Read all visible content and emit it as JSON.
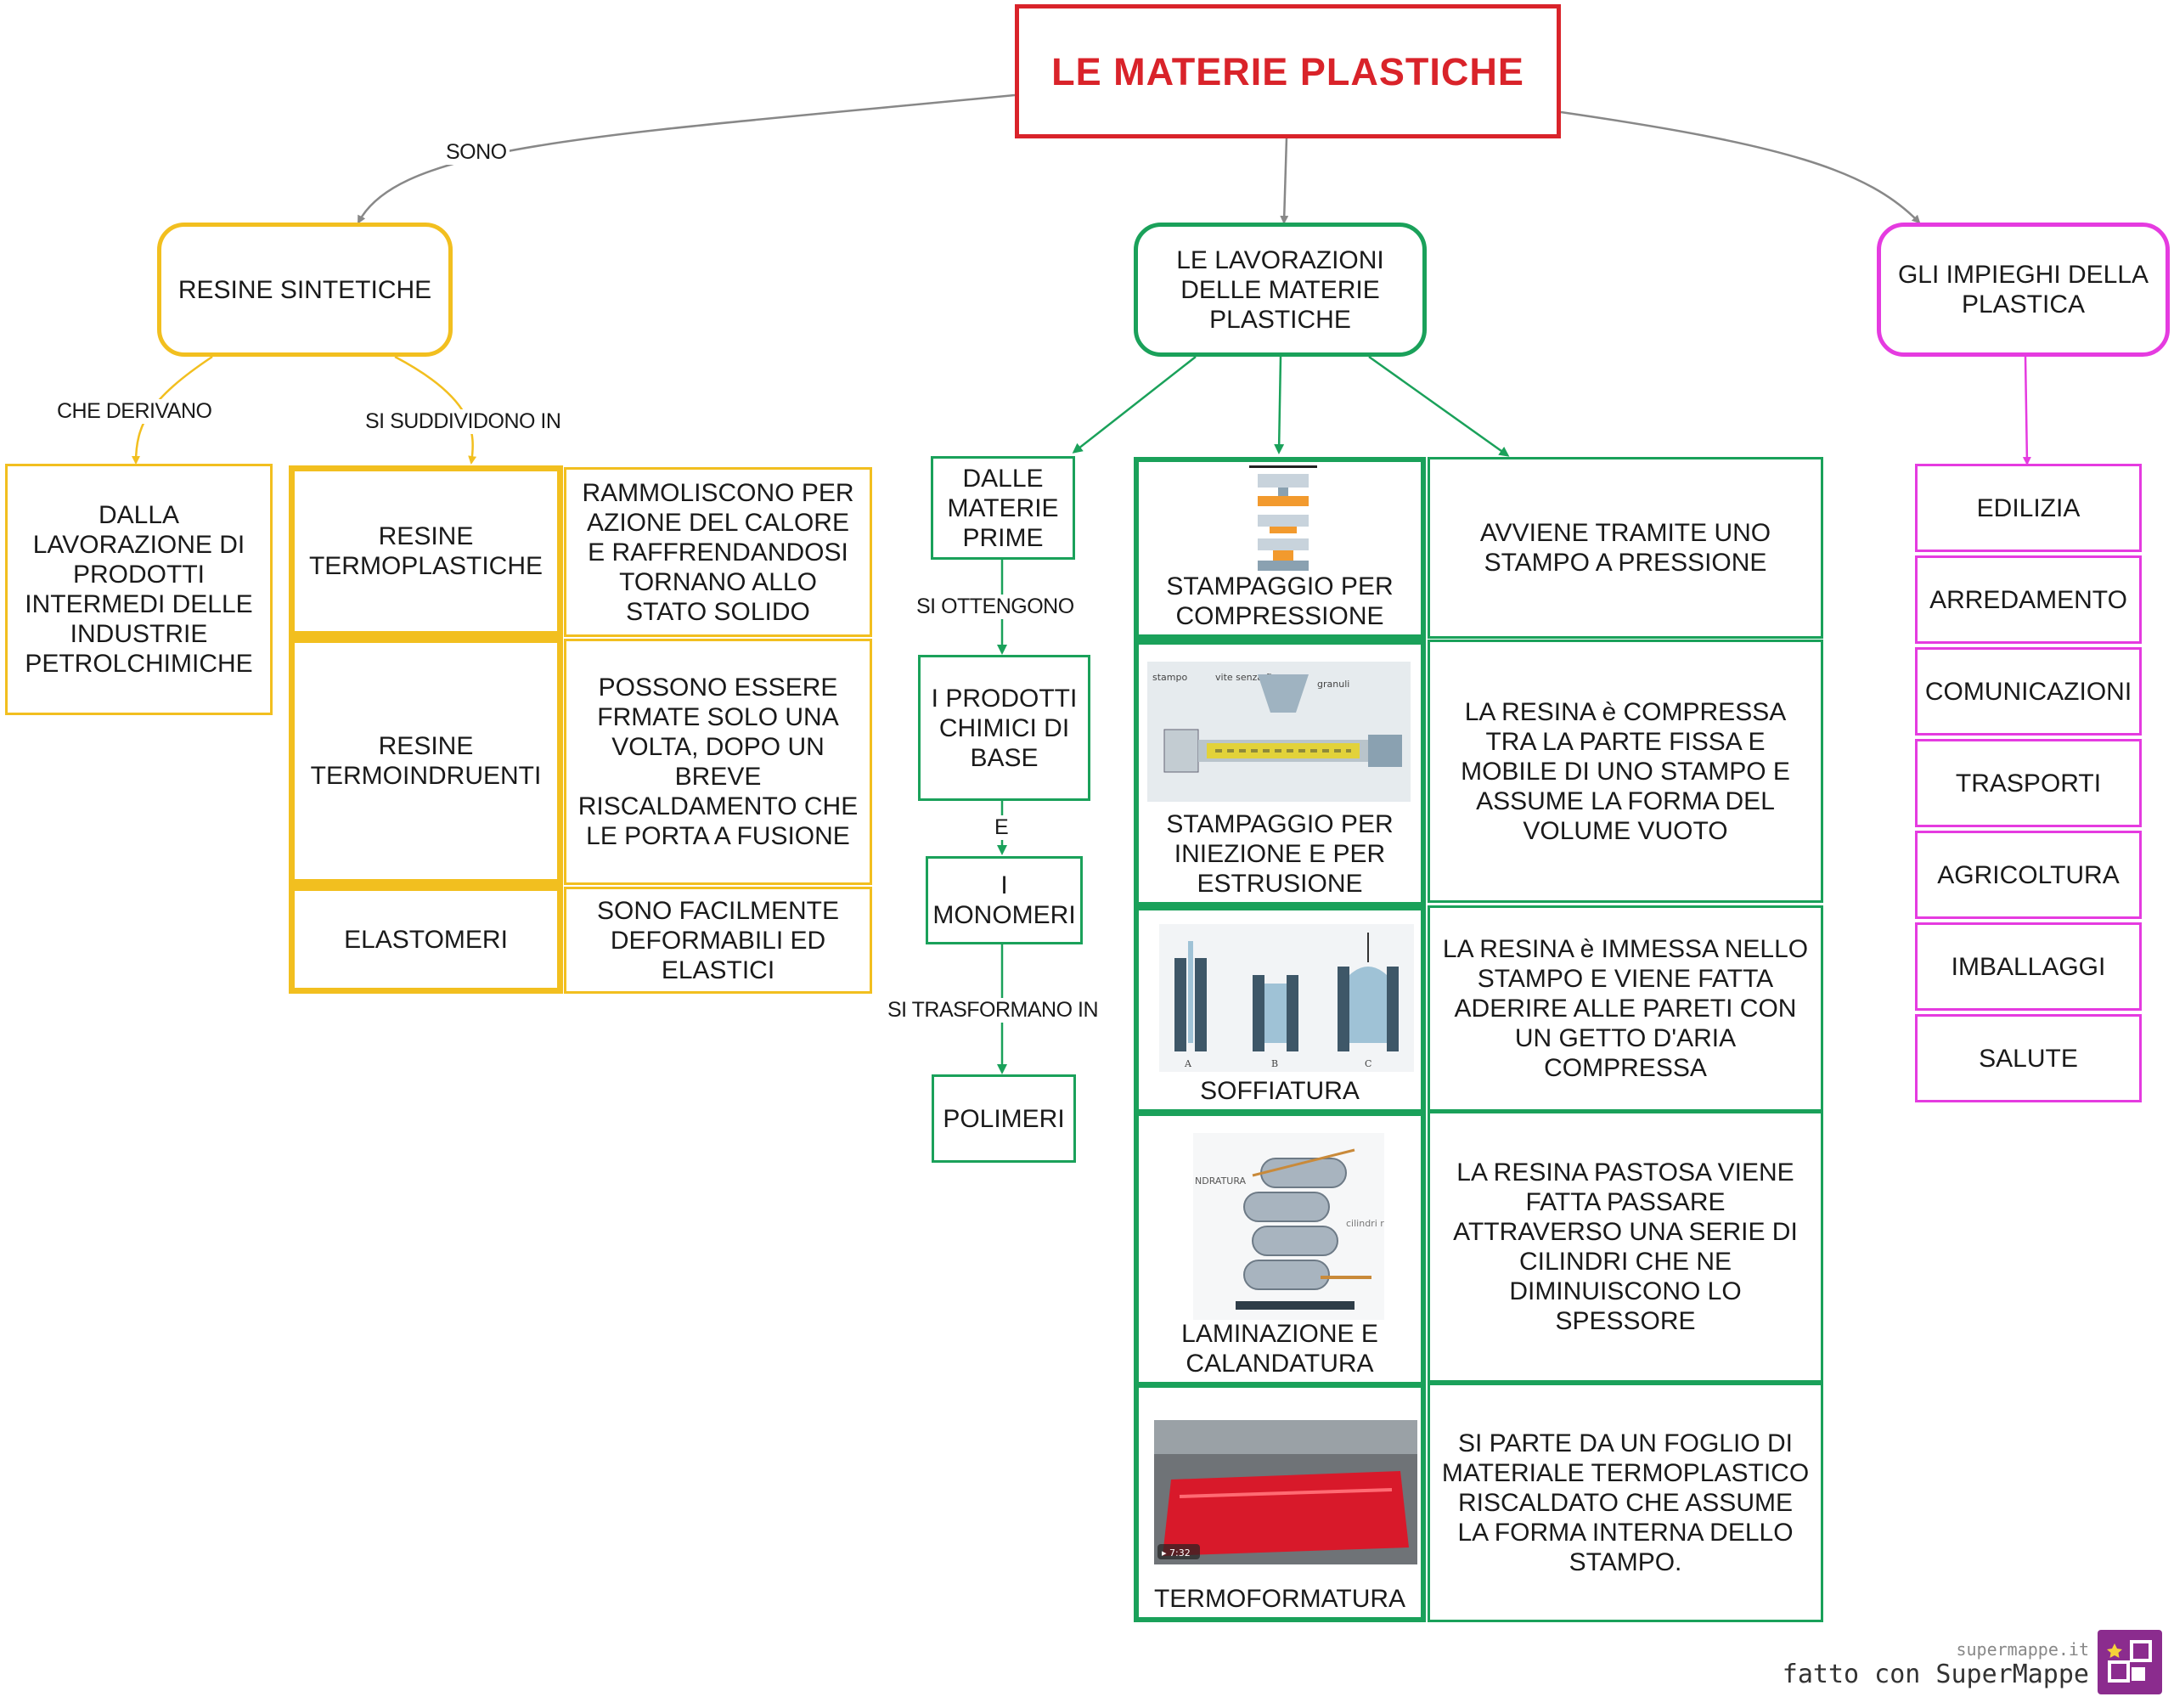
{
  "title": "LE MATERIE PLASTICHE",
  "links": {
    "sono": "SONO",
    "che_derivano": "CHE DERIVANO",
    "si_suddividono_in": "SI SUDDIVIDONO IN",
    "si_ottengono": "SI OTTENGONO",
    "e": "E",
    "si_trasformano_in": "SI TRASFORMANO IN"
  },
  "resine": {
    "label": "RESINE SINTETICHE",
    "origin": "DALLA LAVORAZIONE DI PRODOTTI INTERMEDI DELLE INDUSTRIE PETROLCHIMICHE",
    "types": [
      {
        "name": "RESINE TERMOPLASTICHE",
        "desc": "RAMMOLISCONO PER AZIONE DEL CALORE E RAFFRENDANDOSI TORNANO ALLO STATO SOLIDO"
      },
      {
        "name": "RESINE TERMOINDRUENTI",
        "desc": "POSSONO ESSERE FRMATE SOLO UNA VOLTA, DOPO UN BREVE RISCALDAMENTO CHE LE PORTA A FUSIONE"
      },
      {
        "name": "ELASTOMERI",
        "desc": "SONO FACILMENTE DEFORMABILI ED ELASTICI"
      }
    ]
  },
  "lavorazioni": {
    "label": "LE LAVORAZIONI DELLE MATERIE PLASTICHE",
    "chain": {
      "materie_prime": "DALLE MATERIE PRIME",
      "prodotti_chimici": "I PRODOTTI CHIMICI DI BASE",
      "monomeri": "I MONOMERI",
      "polimeri": "POLIMERI"
    },
    "processes": [
      {
        "name": "STAMPAGGIO  PER COMPRESSIONE",
        "desc": "AVVIENE TRAMITE UNO STAMPO A PRESSIONE"
      },
      {
        "name": "STAMPAGGIO PER INIEZIONE E PER ESTRUSIONE",
        "desc": "LA RESINA è COMPRESSA TRA LA PARTE FISSA E MOBILE DI UNO STAMPO E ASSUME LA FORMA DEL VOLUME VUOTO"
      },
      {
        "name": "SOFFIATURA",
        "desc": "LA RESINA è IMMESSA NELLO STAMPO E VIENE FATTA ADERIRE ALLE PARETI CON UN GETTO D'ARIA COMPRESSA"
      },
      {
        "name": "LAMINAZIONE E CALANDATURA",
        "desc": "LA RESINA PASTOSA VIENE FATTA PASSARE ATTRAVERSO UNA SERIE DI CILINDRI CHE NE DIMINUISCONO LO SPESSORE"
      },
      {
        "name": "TERMOFORMATURA",
        "desc": "SI PARTE DA UN FOGLIO DI MATERIALE TERMOPLASTICO RISCALDATO CHE ASSUME LA FORMA INTERNA DELLO STAMPO."
      }
    ],
    "illustration_text": {
      "stampo": "stampo",
      "vite": "vite senza fine",
      "granuli": "granuli",
      "blow_a": "A",
      "blow_b": "B",
      "blow_c": "C",
      "calandratura": "NDRATURA",
      "cilindri": "cilindri riscald",
      "duration": "▸ 7:32"
    }
  },
  "impieghi": {
    "label": "GLI IMPIEGHI DELLA PLASTICA",
    "items": [
      "EDILIZIA",
      "ARREDAMENTO",
      "COMUNICAZIONI",
      "TRASPORTI",
      "AGRICOLTURA",
      "IMBALLAGGI",
      "SALUTE"
    ]
  },
  "footer": {
    "site": "supermappe.it",
    "credit": "fatto con SuperMappe"
  },
  "colors": {
    "title": "#d9232a",
    "resine": "#f2bf1f",
    "lavorazioni": "#1aa15a",
    "impieghi": "#e53be0"
  }
}
